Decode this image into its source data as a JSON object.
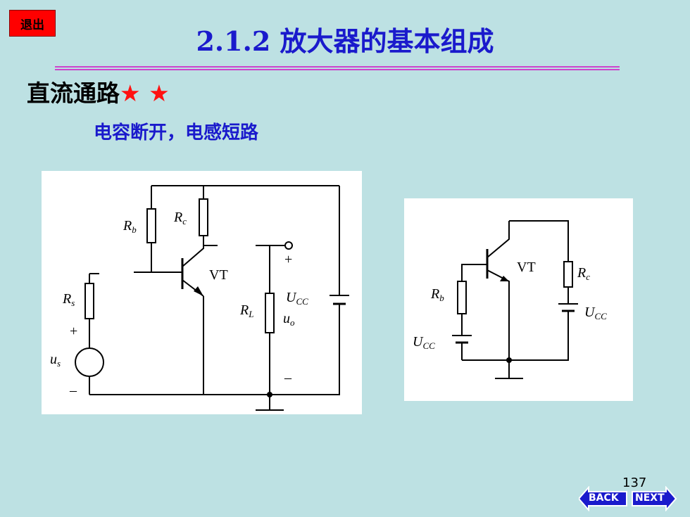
{
  "exit_label": "退出",
  "title": "2.1.2  放大器的基本组成",
  "section": {
    "label": "直流通路",
    "stars": "★ ★"
  },
  "subtitle": "电容断开，电感短路",
  "circuit_a": {
    "Rb": "R",
    "Rb_sub": "b",
    "Rc": "R",
    "Rc_sub": "c",
    "Rs": "R",
    "Rs_sub": "s",
    "RL": "R",
    "RL_sub": "L",
    "us": "u",
    "us_sub": "s",
    "uo": "u",
    "uo_sub": "o",
    "Ucc": "U",
    "Ucc_sub": "CC",
    "VT": "VT",
    "plus_in": "+",
    "minus_in": "–",
    "plus_out": "+",
    "minus_out": "–"
  },
  "circuit_b": {
    "Rb": "R",
    "Rb_sub": "b",
    "Rc": "R",
    "Rc_sub": "c",
    "Ucc1": "U",
    "Ucc1_sub": "CC",
    "Ucc2": "U",
    "Ucc2_sub": "CC",
    "VT": "VT"
  },
  "page_number": "137",
  "nav": {
    "back": "BACK",
    "next": "NEXT"
  },
  "colors": {
    "background": "#bde1e3",
    "title": "#1a1acc",
    "stars": "#ff1111",
    "exit": "#ff0000",
    "nav": "#1a1acc"
  }
}
